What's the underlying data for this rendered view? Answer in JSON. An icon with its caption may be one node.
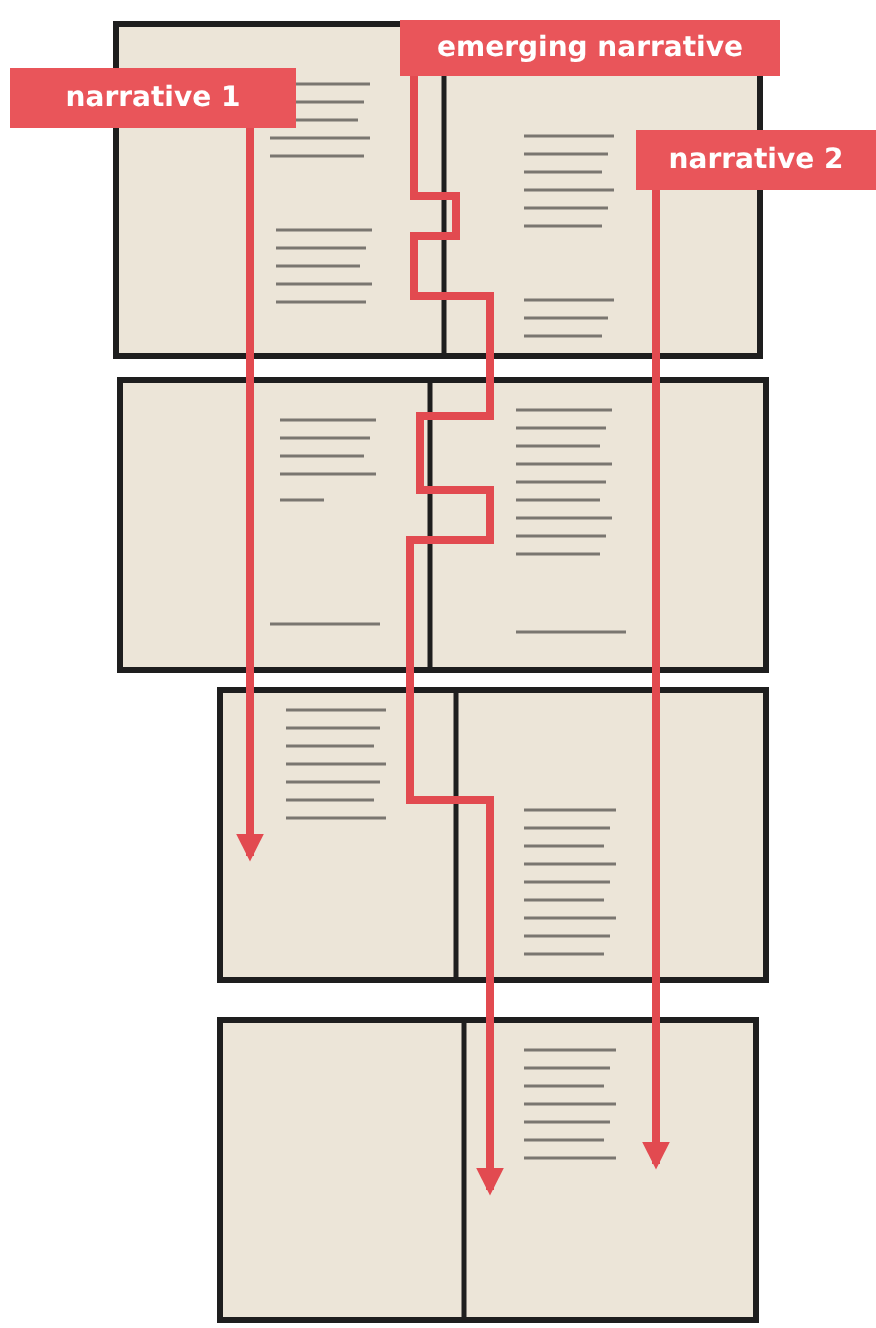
{
  "diagram": {
    "nodes": [
      {
        "text": [
          "narrative 1"
        ]
      },
      {
        "text": [
          "emerging narrative"
        ]
      },
      {
        "text": [
          "narrative 2"
        ]
      }
    ],
    "edges": [
      {
        "from": 0,
        "to": null,
        "arrow": "to"
      },
      {
        "from": 1,
        "to": null,
        "arrow": "to"
      },
      {
        "from": 2,
        "to": null,
        "arrow": "to"
      }
    ]
  }
}
